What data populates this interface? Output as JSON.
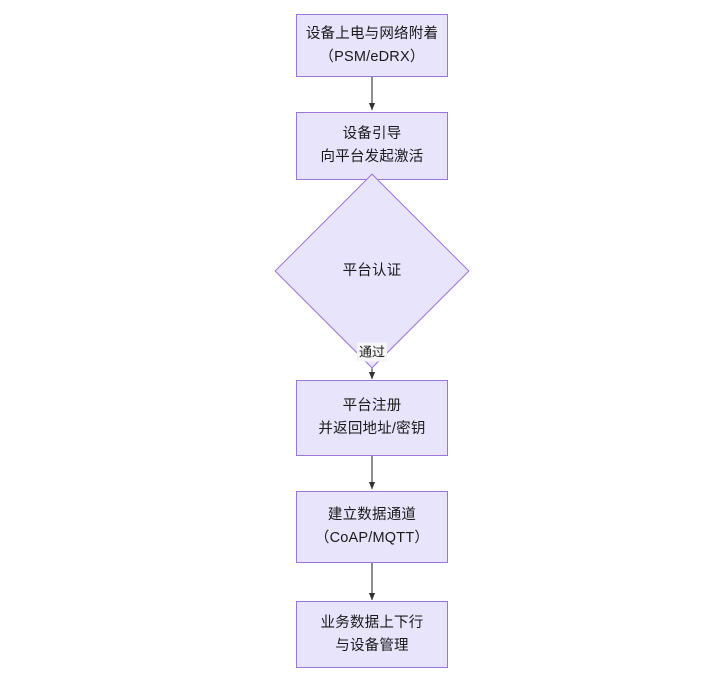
{
  "diagram": {
    "type": "flowchart",
    "orientation": "top-to-bottom",
    "background_color": "#ffffff",
    "node_fill_color": "#e7e4fb",
    "node_border_color": "#9a76d8",
    "edge_color": "#333333",
    "text_color": "#1a1a1a",
    "nodes": [
      {
        "id": "power_on",
        "shape": "rectangle",
        "line1": "设备上电与网络附着",
        "line2": "（PSM/eDRX）"
      },
      {
        "id": "bootstrap",
        "shape": "rectangle",
        "line1": "设备引导",
        "line2": "向平台发起激活"
      },
      {
        "id": "auth",
        "shape": "diamond",
        "line1": "平台认证",
        "line2": ""
      },
      {
        "id": "register",
        "shape": "rectangle",
        "line1": "平台注册",
        "line2": "并返回地址/密钥"
      },
      {
        "id": "channel",
        "shape": "rectangle",
        "line1": "建立数据通道",
        "line2": "（CoAP/MQTT）"
      },
      {
        "id": "data",
        "shape": "rectangle",
        "line1": "业务数据上下行",
        "line2": "与设备管理"
      }
    ],
    "edges": [
      {
        "from": "power_on",
        "to": "bootstrap",
        "label": ""
      },
      {
        "from": "bootstrap",
        "to": "auth",
        "label": ""
      },
      {
        "from": "auth",
        "to": "register",
        "label": "通过"
      },
      {
        "from": "register",
        "to": "channel",
        "label": ""
      },
      {
        "from": "channel",
        "to": "data",
        "label": ""
      }
    ]
  }
}
